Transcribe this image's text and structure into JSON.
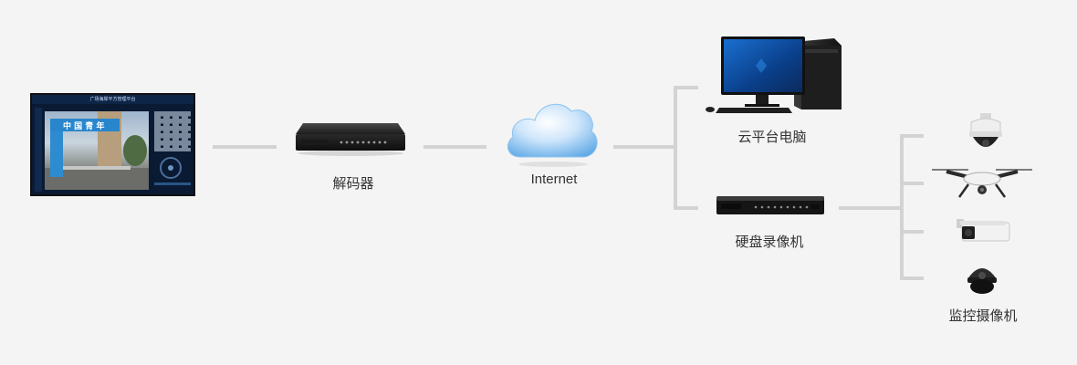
{
  "nodes": {
    "monitor": {
      "screen_title": "广场海岸平方管理平台",
      "gate_text": "中 国 青 年"
    },
    "decoder": {
      "label": "解码器"
    },
    "internet": {
      "label": "Internet"
    },
    "cloud_pc": {
      "label": "云平台电脑"
    },
    "dvr": {
      "label": "硬盘录像机"
    },
    "cameras": {
      "label": "监控摄像机"
    }
  },
  "colors": {
    "connector": "#d3d3d3",
    "background": "#f4f4f4",
    "label_text": "#333333",
    "cloud_blue": "#5fa9e6"
  },
  "icons": [
    "monitor-icon",
    "decoder-icon",
    "cloud-icon",
    "desktop-computer-icon",
    "dvr-icon",
    "dome-camera-icon",
    "drone-icon",
    "bullet-camera-icon",
    "mini-dome-camera-icon"
  ]
}
